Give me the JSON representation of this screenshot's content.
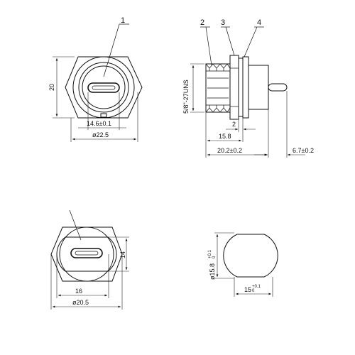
{
  "callouts": [
    "1",
    "2",
    "3",
    "4"
  ],
  "top_front": {
    "height": "20",
    "slot_width": "14.6±0.1",
    "outer_dia": "ø22.5"
  },
  "side": {
    "thread": "5/8\"-27UNS",
    "flange": "2",
    "thread_len": "15.8",
    "body_len": "20.2±0.2",
    "pin_len": "6.7±0.2"
  },
  "bottom_front": {
    "height": "14",
    "slot_width": "16",
    "outer_dia": "ø20.5"
  },
  "cutout": {
    "dia": "ø15.8",
    "dia_tol_upper": "+0.1",
    "dia_tol_lower": "0",
    "flat": "15",
    "flat_tol_upper": "+0.1",
    "flat_tol_lower": "0"
  }
}
